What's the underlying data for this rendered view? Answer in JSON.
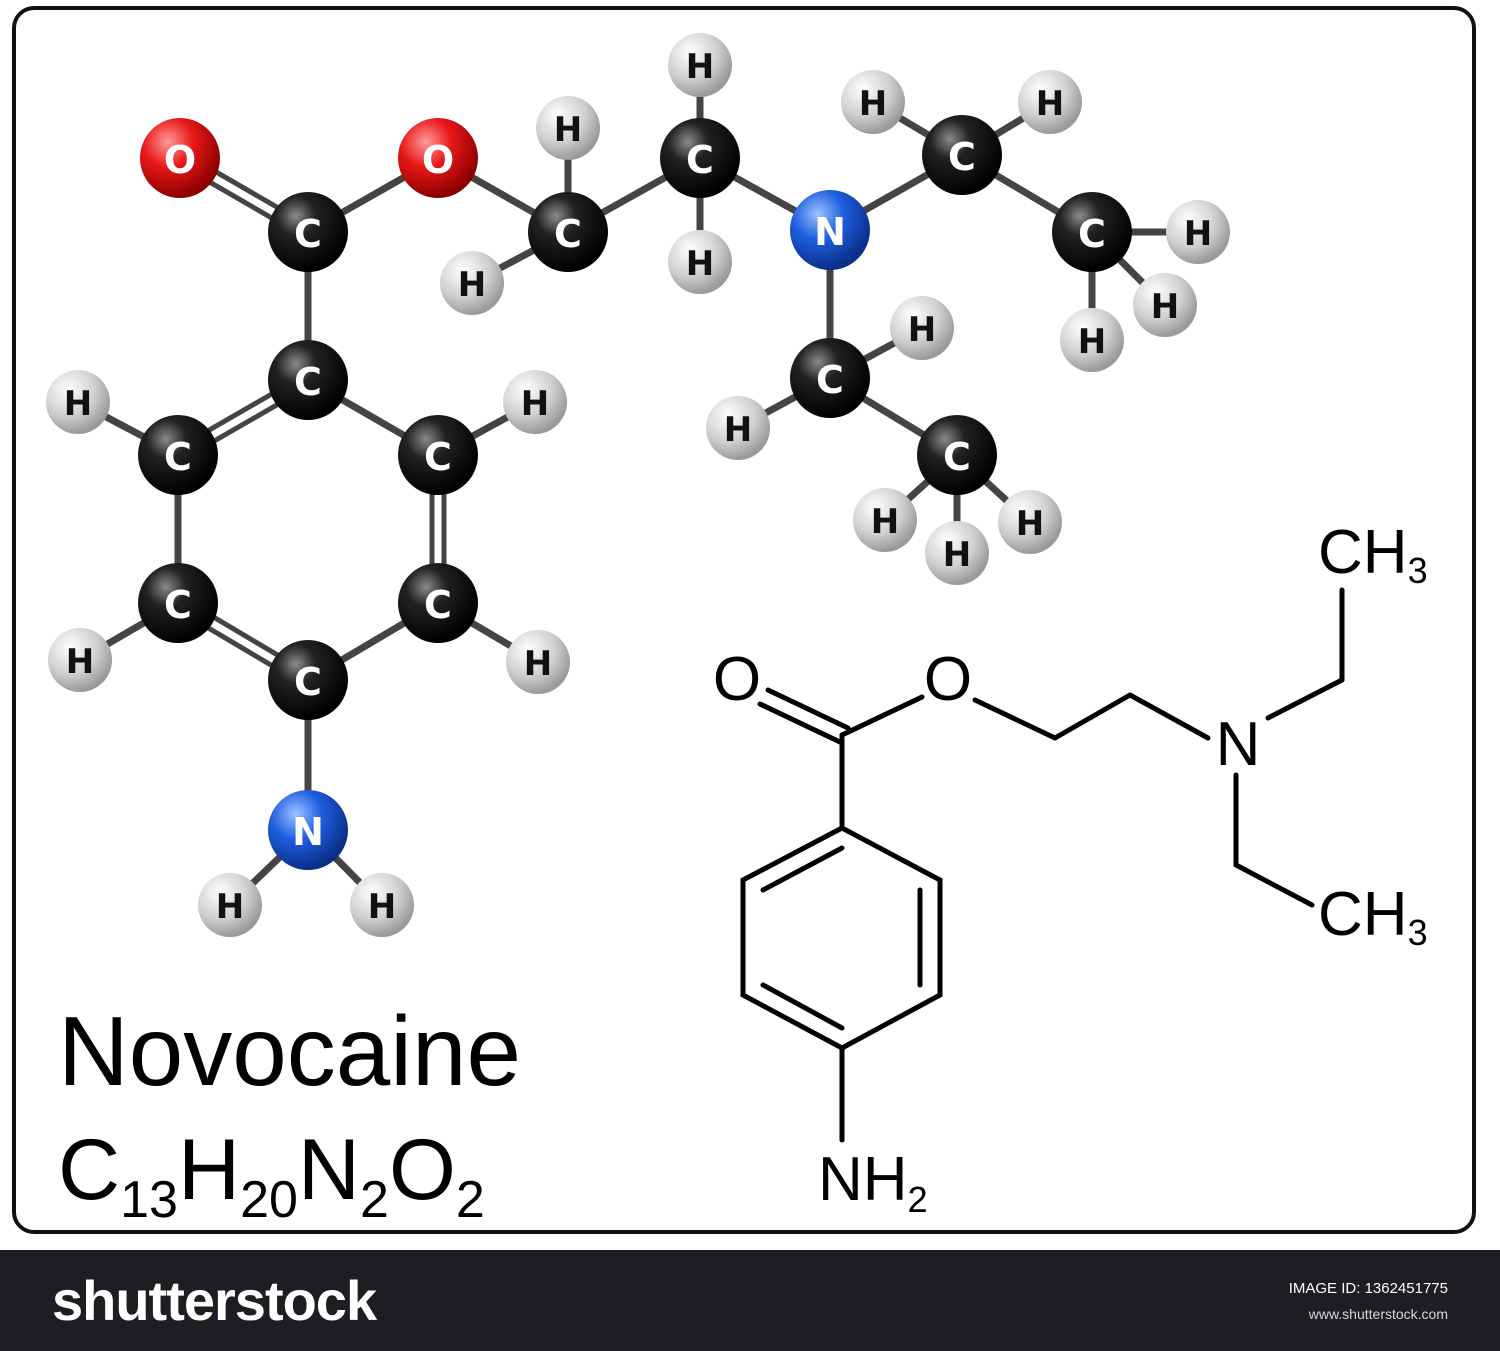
{
  "compound": {
    "name": "Novocaine",
    "formula_parts": [
      {
        "el": "C",
        "n": "13"
      },
      {
        "el": "H",
        "n": "20"
      },
      {
        "el": "N",
        "n": "2"
      },
      {
        "el": "O",
        "n": "2"
      }
    ]
  },
  "colors": {
    "carbon": "#111111",
    "hydrogen": "#cfcfcf",
    "oxygen": "#e81818",
    "nitrogen": "#1f5fe0",
    "bond": "#444444"
  },
  "skeletal": {
    "o_carbonyl": "O",
    "o_ester": "O",
    "n_amine": "N",
    "ch3_top": {
      "main": "CH",
      "sub": "3"
    },
    "ch3_bottom": {
      "main": "CH",
      "sub": "3"
    },
    "nh2": {
      "main": "NH",
      "sub": "2"
    }
  },
  "footer": {
    "brand": "shutterstock",
    "image_id_label": "IMAGE ID:",
    "image_id": "1362451775",
    "site": "www.shutterstock.com"
  }
}
